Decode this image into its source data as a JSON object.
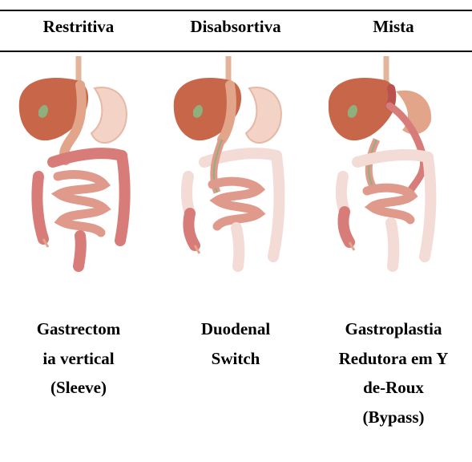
{
  "columns": [
    {
      "header": "Restritiva",
      "caption_lines": [
        "Gastrectom",
        "ia vertical",
        "(Sleeve)"
      ]
    },
    {
      "header": "Disabsortiva",
      "caption_lines": [
        "Duodenal",
        "Switch"
      ]
    },
    {
      "header": "Mista",
      "caption_lines": [
        "Gastroplastia",
        "Redutora em Y",
        "de-Roux",
        "(Bypass)"
      ]
    }
  ],
  "colors": {
    "liver": "#c8664a",
    "stomach": "#e2a58a",
    "intestine": "#d77c78",
    "faded_intestine": "#f3dbd6",
    "gallbladder": "#8fb07c",
    "bowel_dark": "#b9524e"
  }
}
